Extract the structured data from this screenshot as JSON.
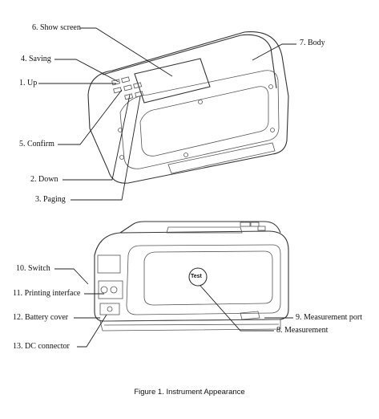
{
  "labels": {
    "show_screen": "6. Show screen",
    "saving": "4. Saving",
    "up": "1. Up",
    "confirm": "5. Confirm",
    "down": "2. Down",
    "paging": "3. Paging",
    "body": "7. Body",
    "switch": "10. Switch",
    "printing_interface": "11. Printing interface",
    "battery_cover": "12. Battery cover",
    "dc_connector": "13. DC connector",
    "measurement": "8. Measurement",
    "measurement_port": "9. Measurement port",
    "test_button": "Test"
  },
  "caption": "Figure 1.    Instrument Appearance"
}
